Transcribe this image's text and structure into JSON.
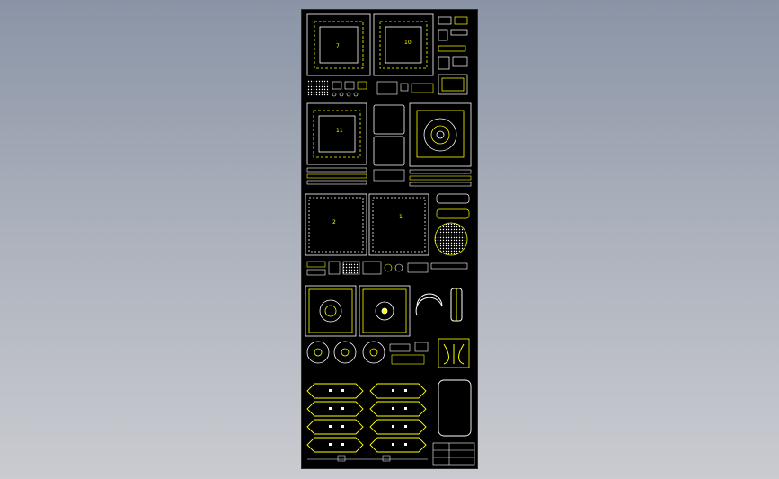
{
  "viewer": {
    "background_top": "#8a94a6",
    "background_bottom": "#c9cbd0",
    "sheet_color": "#000000"
  },
  "drawing": {
    "line_color": "#ffff00",
    "accent_color": "#ffffff",
    "part_labels": [
      "7",
      "10",
      "11",
      "2",
      "1"
    ]
  }
}
